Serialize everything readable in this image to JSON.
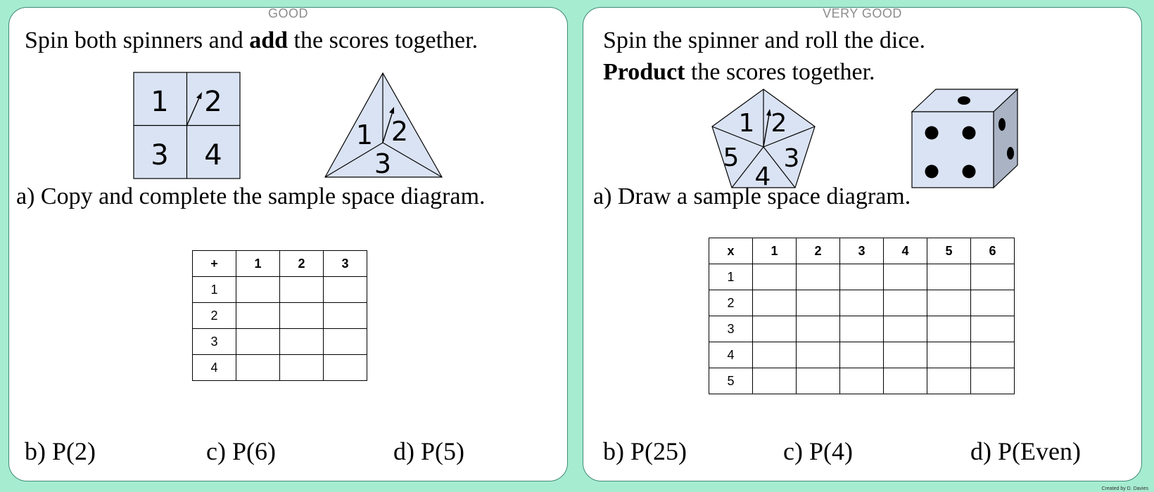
{
  "left": {
    "level": "GOOD",
    "instruction": {
      "pre": "Spin both spinners and ",
      "bold": "add",
      "post": " the scores together."
    },
    "square_spinner": [
      "1",
      "2",
      "3",
      "4"
    ],
    "triangle_spinner": [
      "1",
      "2",
      "3"
    ],
    "part_a": "a) Copy and complete the sample space diagram.",
    "table": {
      "header": [
        "+",
        "1",
        "2",
        "3"
      ],
      "rows": [
        "1",
        "2",
        "3",
        "4"
      ]
    },
    "part_b": "b) P(2)",
    "part_c": "c) P(6)",
    "part_d": "d) P(5)"
  },
  "right": {
    "level": "VERY GOOD",
    "instruction_line1": "Spin the spinner and roll the dice.",
    "instruction_line2": {
      "bold": "Product",
      "post": " the scores together."
    },
    "pentagon_spinner": [
      "1",
      "2",
      "3",
      "4",
      "5"
    ],
    "die_face": "4",
    "part_a": "a) Draw a sample space diagram.",
    "table": {
      "header": [
        "x",
        "1",
        "2",
        "3",
        "4",
        "5",
        "6"
      ],
      "rows": [
        "1",
        "2",
        "3",
        "4",
        "5"
      ]
    },
    "part_b": "b) P(25)",
    "part_c": "c) P(4)",
    "part_d": "d) P(Even)"
  },
  "credit": "Created by D. Davies",
  "colors": {
    "background": "#a6ecd1",
    "panel_border": "#3f8a76",
    "spinner_fill": "#dae3f3"
  }
}
